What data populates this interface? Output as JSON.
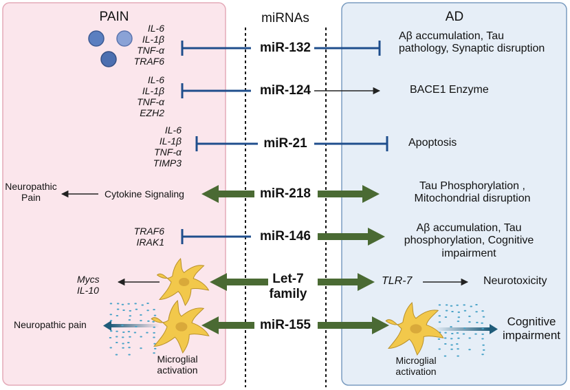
{
  "headers": {
    "pain": "PAIN",
    "mirnas": "miRNAs",
    "ad": "AD"
  },
  "colors": {
    "pain_panel_bg": "#fbe6ec",
    "pain_panel_border": "#e4aab8",
    "ad_panel_bg": "#e6eef7",
    "ad_panel_border": "#7a9cc0",
    "inhibit": "#1f4e8c",
    "activate": "#4a6a33",
    "arrow_thin": "#222222",
    "cell": "#f2c84b",
    "nucleus": "#d9a93a",
    "sphere": "#5b7fc0",
    "droplet": "#4aa3c8"
  },
  "rows": [
    {
      "mirna": "miR-132",
      "pain_targets": [
        "IL-6",
        "IL-1β",
        "TNF-α",
        "TRAF6"
      ],
      "pain_relation": "inhibit",
      "ad_relation": "inhibit",
      "ad_effect": [
        "Aβ accumulation, Tau",
        "pathology, Synaptic disruption"
      ]
    },
    {
      "mirna": "miR-124",
      "pain_targets": [
        "IL-6",
        "IL-1β",
        "TNF-α",
        "EZH2"
      ],
      "pain_relation": "inhibit",
      "ad_relation": "activate-thin",
      "ad_effect": [
        "BACE1 Enzyme"
      ]
    },
    {
      "mirna": "miR-21",
      "pain_targets": [
        "IL-6",
        "IL-1β",
        "TNF-α",
        "TIMP3"
      ],
      "pain_relation": "inhibit",
      "ad_relation": "inhibit",
      "ad_effect": [
        "Apoptosis"
      ]
    },
    {
      "mirna": "miR-218",
      "pain_target": "Cytokine Signaling",
      "pain_outcome": [
        "Neuropathic",
        "Pain"
      ],
      "pain_relation": "activate",
      "ad_relation": "activate",
      "ad_effect": [
        "Tau Phosphorylation ,",
        "Mitochondrial disruption"
      ]
    },
    {
      "mirna": "miR-146",
      "pain_targets": [
        "TRAF6",
        "IRAK1"
      ],
      "pain_relation": "inhibit",
      "ad_relation": "activate",
      "ad_effect": [
        "Aβ accumulation, Tau",
        "phosphorylation, Cognitive",
        "impairment"
      ]
    },
    {
      "mirna": [
        "Let-7",
        "family"
      ],
      "pain_outcome": [
        "Mycs",
        "IL-10"
      ],
      "pain_relation": "activate",
      "ad_relation": "activate",
      "ad_target": "TLR-7",
      "ad_effect": [
        "Neurotoxicity"
      ]
    },
    {
      "mirna": "miR-155",
      "pain_outcome": "Neuropathic pain",
      "pain_cell_label": [
        "Microglial",
        "activation"
      ],
      "pain_relation": "activate",
      "ad_relation": "activate",
      "ad_cell_label": [
        "Microglial",
        "activation"
      ],
      "ad_effect": [
        "Cognitive",
        "impairment"
      ]
    }
  ]
}
